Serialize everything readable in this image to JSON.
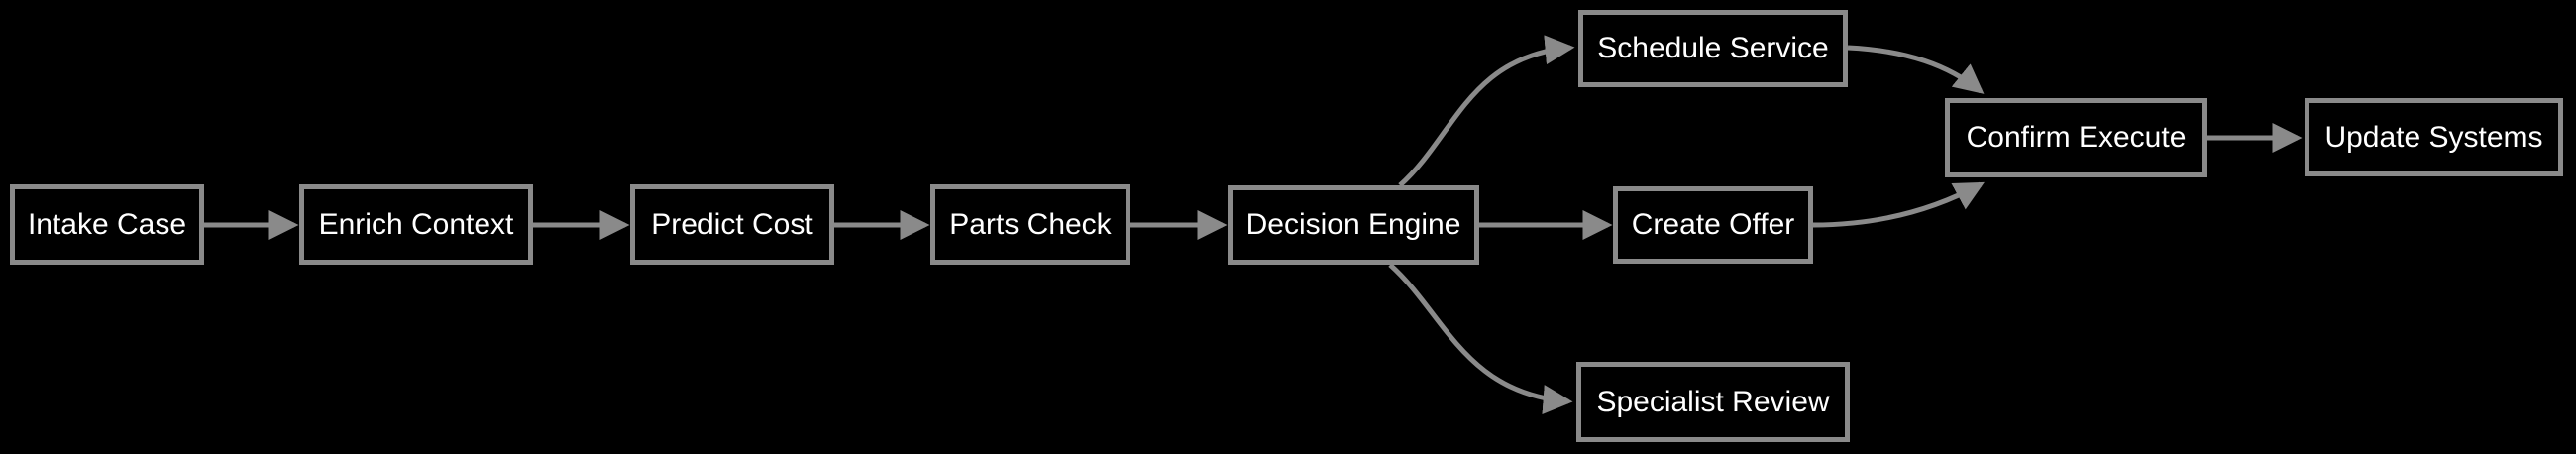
{
  "diagram": {
    "type": "flowchart",
    "direction": "left-to-right",
    "colors": {
      "background": "#000000",
      "node_border": "#8a8a8a",
      "edge": "#8a8a8a",
      "label": "#ffffff"
    },
    "nodes": [
      {
        "id": "intake_case",
        "label": "Intake Case"
      },
      {
        "id": "enrich_context",
        "label": "Enrich Context"
      },
      {
        "id": "predict_cost",
        "label": "Predict Cost"
      },
      {
        "id": "parts_check",
        "label": "Parts Check"
      },
      {
        "id": "decision_engine",
        "label": "Decision Engine"
      },
      {
        "id": "schedule_service",
        "label": "Schedule Service"
      },
      {
        "id": "create_offer",
        "label": "Create Offer"
      },
      {
        "id": "specialist_review",
        "label": "Specialist Review"
      },
      {
        "id": "confirm_execute",
        "label": "Confirm Execute"
      },
      {
        "id": "update_systems",
        "label": "Update Systems"
      }
    ],
    "edges": [
      {
        "from": "intake_case",
        "to": "enrich_context"
      },
      {
        "from": "enrich_context",
        "to": "predict_cost"
      },
      {
        "from": "predict_cost",
        "to": "parts_check"
      },
      {
        "from": "parts_check",
        "to": "decision_engine"
      },
      {
        "from": "decision_engine",
        "to": "schedule_service"
      },
      {
        "from": "decision_engine",
        "to": "create_offer"
      },
      {
        "from": "decision_engine",
        "to": "specialist_review"
      },
      {
        "from": "schedule_service",
        "to": "confirm_execute"
      },
      {
        "from": "create_offer",
        "to": "confirm_execute"
      },
      {
        "from": "confirm_execute",
        "to": "update_systems"
      }
    ]
  }
}
